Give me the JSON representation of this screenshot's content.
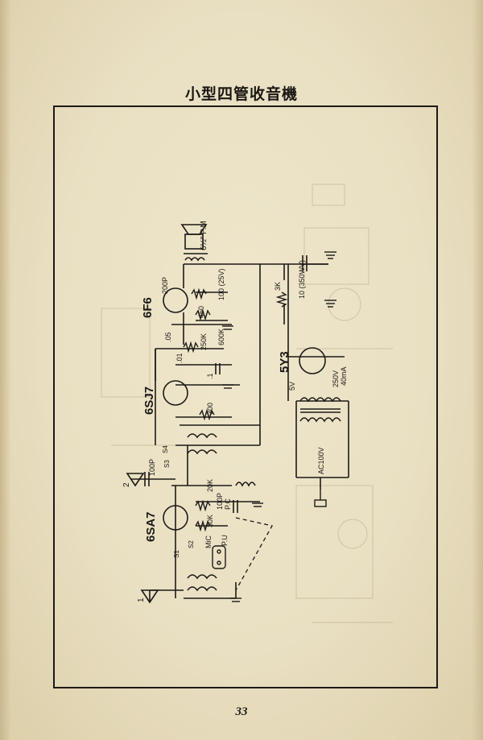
{
  "page": {
    "title": "小型四管收音機",
    "page_number": "33"
  },
  "diagram": {
    "tubes": [
      "6F6",
      "6SJ7",
      "6SA7",
      "5Y3"
    ],
    "labels": {
      "speaker": "6½\" P.M",
      "c_200p": "200P",
      "r_100_25v": "100 (25V)",
      "r_450": "450",
      "r_600k": "600K",
      "c_05": ".05",
      "r_250k": "250K",
      "c_01": ".01",
      "c_1": ".1",
      "r_300": "300",
      "r_3k": "3K",
      "c_10_350wv": "10 (350WV)",
      "v_5v": "5V",
      "v_250v": "250V",
      "ma_40": "40mA",
      "ac_100v": "AC100V",
      "ant_2": "2",
      "c_100p_a": "100P",
      "s3": "S3",
      "s4": "S4",
      "r_20k": "20K",
      "r_30k": "30K",
      "c_100p_b": "100P",
      "pc": "P.C",
      "pu": "P.U",
      "mic": "MiC",
      "s1": "S1",
      "s2": "S2",
      "ant_1": "1"
    }
  }
}
